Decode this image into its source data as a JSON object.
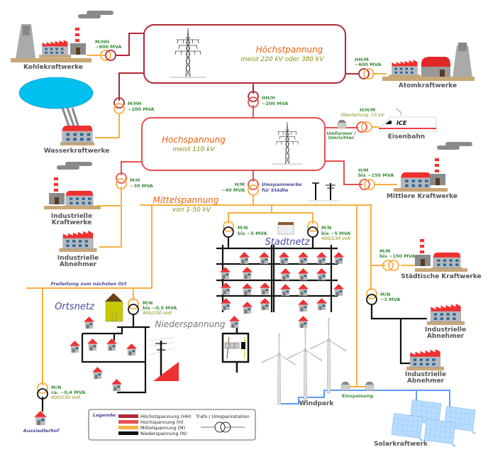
{
  "levels": {
    "hh": {
      "title": "Höchstpannung",
      "subtitle": "meist 220 kV oder 380 kV"
    },
    "h": {
      "title": "Hochspannung",
      "subtitle": "meist 110 kV"
    },
    "m": {
      "title": "Mittelspannung",
      "subtitle": "von 1-50 kV"
    },
    "n": {
      "title": "Niederspannung"
    }
  },
  "plants": {
    "kohle": "Kohlekraftwerke",
    "atom": "Atomkraftwerke",
    "wasser": "Wasserkraftwerke",
    "eisenbahn": "Eisenbahn",
    "train": "ICE",
    "mittlere": "Mittlere Kraftwerke",
    "industrie_kw": [
      "Industrielle",
      "Kraftwerke"
    ],
    "industrie_abn1": [
      "Industrielle",
      "Abnehmer"
    ],
    "staedtische": "Städtische Kraftwerke",
    "industrie_abn2": [
      "Industrielle",
      "Abnehmer"
    ],
    "industrie_abn3": [
      "Industrielle",
      "Abnehmer"
    ],
    "windpark": "Windpark",
    "solar": "Solarkraftwerk",
    "aussiedlerhof": "Aussiedlerhof"
  },
  "transformers": {
    "kohle": [
      "M/HH",
      "~600 MVA"
    ],
    "atom": [
      "HH/M",
      "~600 MVA"
    ],
    "wasser": [
      "M/HH",
      "~200 MVA"
    ],
    "hh_h": [
      "HH/H",
      "~200 MVA"
    ],
    "bahn": [
      "H/H/M",
      "Oberleitung: 15 kV"
    ],
    "mittlere": [
      "H/M",
      "bis ~150 MVA"
    ],
    "ind_kw": [
      "M/H",
      "~30 MVA"
    ],
    "stadt": [
      "H/M",
      "~40 MVA"
    ],
    "stadt_note": [
      "Umspannwerke",
      "für Städte"
    ],
    "stadt_l": [
      "M/N",
      "bis ~5 MVA"
    ],
    "stadt_r": [
      "M/N",
      "bis ~5 MVA",
      "400/230 Volt"
    ],
    "staedtische": [
      "M/M",
      "bis ~150 MVA"
    ],
    "ind_abn": [
      "M/N",
      "~2 MVA"
    ],
    "ort": [
      "M/N",
      "bis ~0,5 MVA",
      "400/230 Volt"
    ],
    "hof": [
      "M/N",
      "ca. ~0,4 MVA",
      "400/230 Volt"
    ]
  },
  "labels": {
    "umformer": [
      "Umformer /",
      "Umrichter"
    ],
    "stadtnetz": "Stadtnetz",
    "ortsnetz": "Ortsnetz",
    "freileitung": "Freileitung zum nächsten Ort",
    "einspeisung": "Einspeisung"
  },
  "legend": {
    "title": "Legende:",
    "items": [
      {
        "label": "Höchstspannung (HH)",
        "color": "#b02a35"
      },
      {
        "label": "Hochspannung (H)",
        "color": "#e85050"
      },
      {
        "label": "Mittelspannung (M)",
        "color": "#f8b040"
      },
      {
        "label": "Niederspannung (N)",
        "color": "#111111"
      }
    ],
    "trafo": "Trafo / Umspannstation"
  },
  "colors": {
    "hh": "#b02a35",
    "h": "#e85050",
    "m": "#f8b040",
    "n": "#111111",
    "renewable": "#5a9aff"
  }
}
